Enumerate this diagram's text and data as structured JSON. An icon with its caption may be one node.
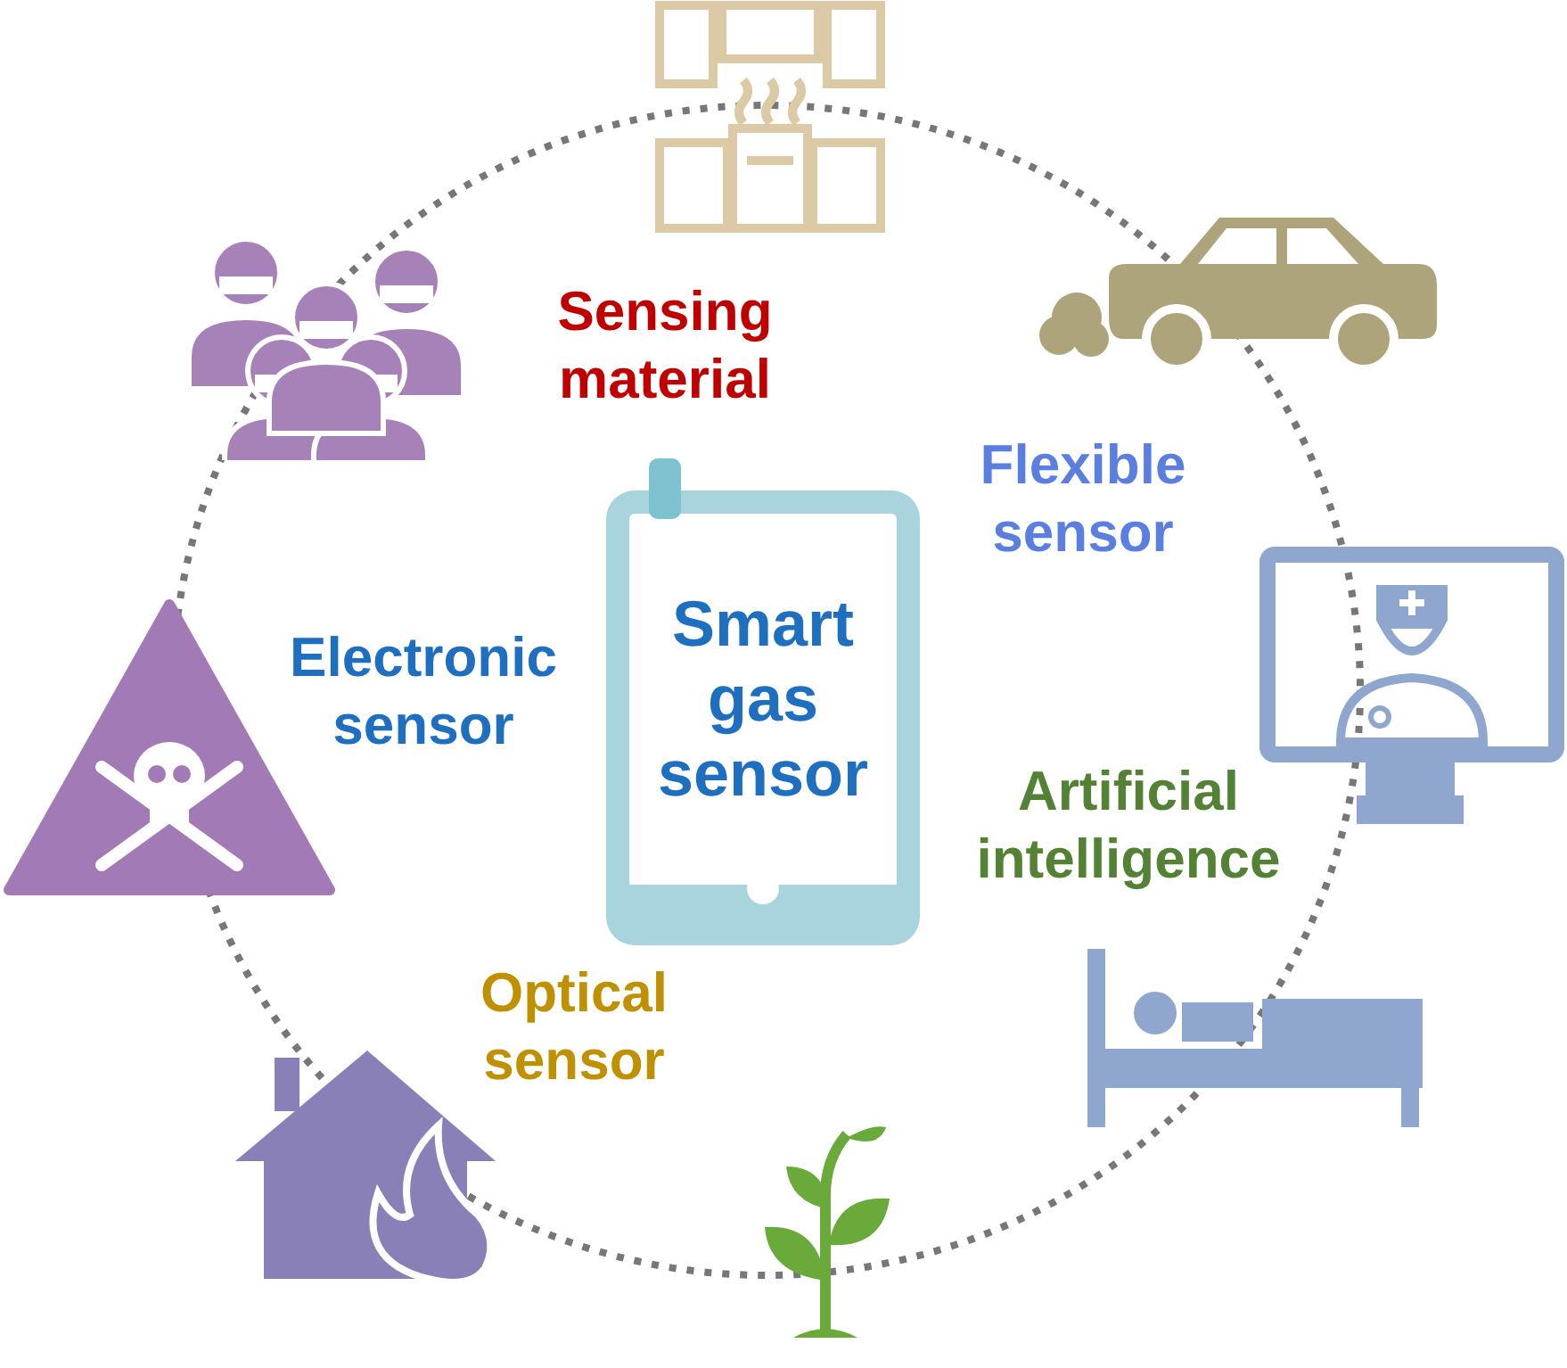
{
  "diagram": {
    "nodes": [
      {
        "text": [
          "Smart gas sensor"
        ]
      }
    ],
    "labels": [
      "Sensing material",
      "Flexible sensor",
      "Electronic sensor",
      "Artificial intelligence",
      "Optical sensor"
    ]
  }
}
